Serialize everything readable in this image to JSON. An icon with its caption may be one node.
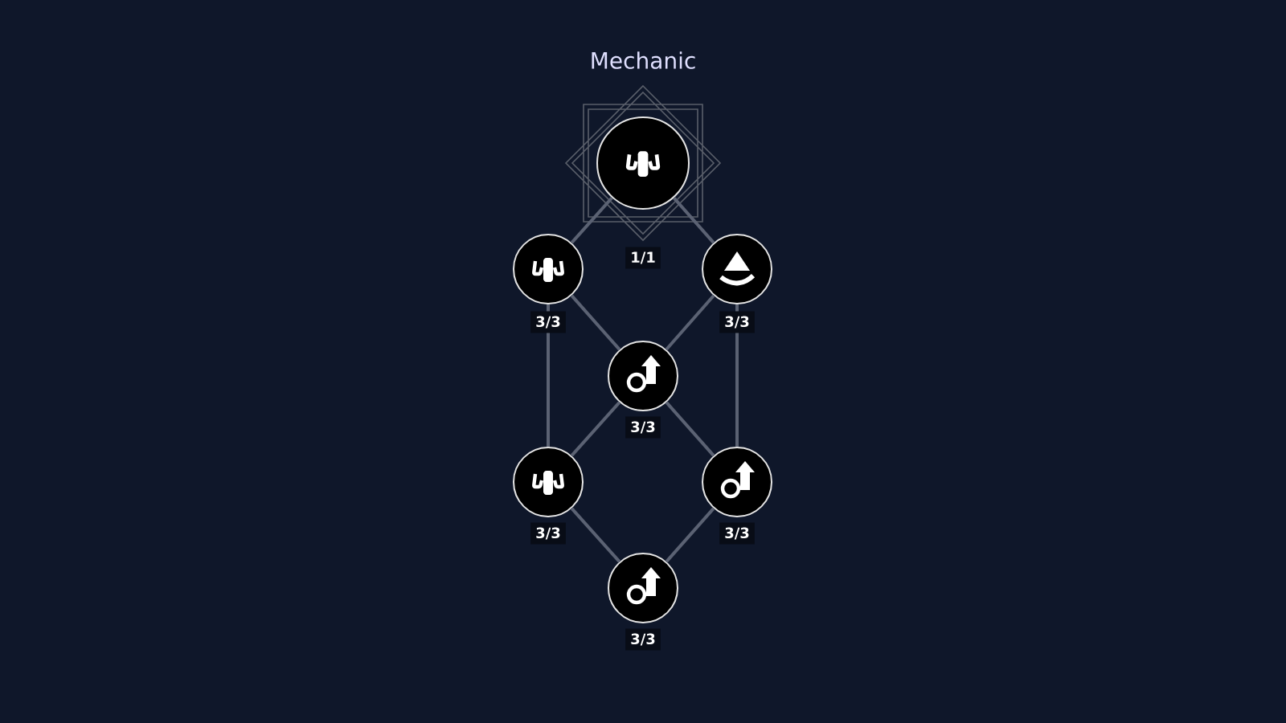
{
  "diagram": {
    "title": "Mechanic",
    "nodes": [
      {
        "text": [],
        "shape": "circle",
        "beside": [
          "1/1"
        ]
      },
      {
        "text": [],
        "shape": "circle",
        "beside": [
          "3/3"
        ]
      },
      {
        "text": [],
        "shape": "circle",
        "beside": [
          "3/3"
        ]
      },
      {
        "text": [],
        "shape": "circle",
        "beside": [
          "3/3"
        ]
      },
      {
        "text": [],
        "shape": "circle",
        "beside": [
          "3/3"
        ]
      },
      {
        "text": [],
        "shape": "circle",
        "beside": [
          "3/3"
        ]
      },
      {
        "text": [],
        "shape": "circle",
        "beside": [
          "3/3"
        ]
      }
    ],
    "edges": [
      {
        "from": 0,
        "to": 1,
        "arrow": "none"
      },
      {
        "from": 0,
        "to": 2,
        "arrow": "none"
      },
      {
        "from": 1,
        "to": 3,
        "arrow": "none"
      },
      {
        "from": 2,
        "to": 3,
        "arrow": "none"
      },
      {
        "from": 1,
        "to": 4,
        "arrow": "none"
      },
      {
        "from": 2,
        "to": 5,
        "arrow": "none"
      },
      {
        "from": 3,
        "to": 4,
        "arrow": "none"
      },
      {
        "from": 3,
        "to": 5,
        "arrow": "none"
      },
      {
        "from": 4,
        "to": 6,
        "arrow": "none"
      },
      {
        "from": 5,
        "to": 6,
        "arrow": "none"
      }
    ]
  }
}
